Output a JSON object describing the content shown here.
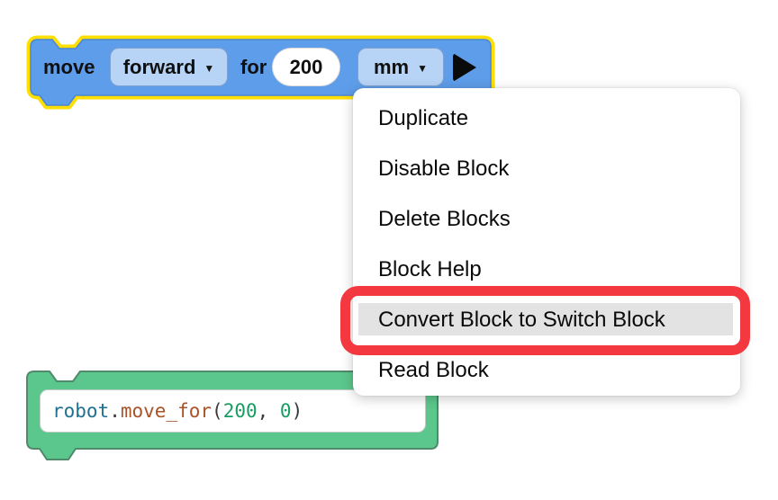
{
  "workspace": {
    "description": "Blockly-style robot coding workspace with context menu open"
  },
  "block_move": {
    "label_move": "move",
    "direction_value": "forward",
    "label_for": "for",
    "distance_value": "200",
    "unit_value": "mm"
  },
  "icons": {
    "dropdown_caret": "▼",
    "play_triangle": "▶"
  },
  "context_menu": {
    "items": [
      "Duplicate",
      "Disable Block",
      "Delete Blocks",
      "Block Help",
      "Convert Block to Switch Block",
      "Read Block"
    ],
    "highlighted_item": "Convert Block to Switch Block",
    "highlighted_index": 4
  },
  "code_block": {
    "object": "robot",
    "dot": ".",
    "method": "move_for",
    "paren_open": "(",
    "arg1": "200",
    "separator": ", ",
    "arg2": "0",
    "paren_close": ")"
  },
  "colors": {
    "block_fill": "#5E9DE9",
    "block_stroke": "#4A86D8",
    "block_field_fill": "#B7D3F5",
    "selection_outline": "#FFDF00",
    "code_block_fill": "#5BC78C",
    "code_block_stroke": "#4F8A6A",
    "annotation_red": "#F43840",
    "menu_highlight": "#E3E3E3"
  }
}
